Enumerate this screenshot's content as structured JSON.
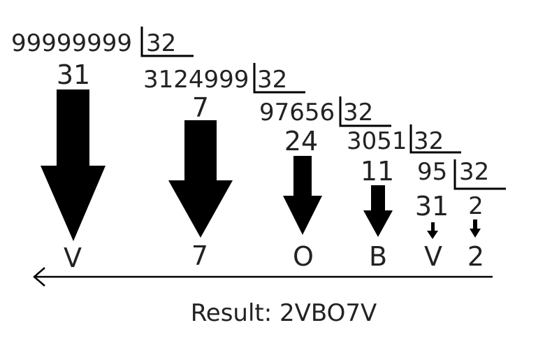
{
  "steps": [
    {
      "dividend": "99999999",
      "divisor": "32",
      "remainder": "31",
      "digit": "V"
    },
    {
      "dividend": "3124999",
      "divisor": "32",
      "remainder": "7",
      "digit": "7"
    },
    {
      "dividend": "97656",
      "divisor": "32",
      "remainder": "24",
      "digit": "O"
    },
    {
      "dividend": "3051",
      "divisor": "32",
      "remainder": "11",
      "digit": "B"
    },
    {
      "dividend": "95",
      "divisor": "32",
      "remainder": "31",
      "digit": "V"
    },
    {
      "final_quotient": "2",
      "digit": "2"
    }
  ],
  "result": "Result: 2VBO7V",
  "colors": {
    "ink": "#000000",
    "text": "#222222",
    "background": "#ffffff"
  }
}
